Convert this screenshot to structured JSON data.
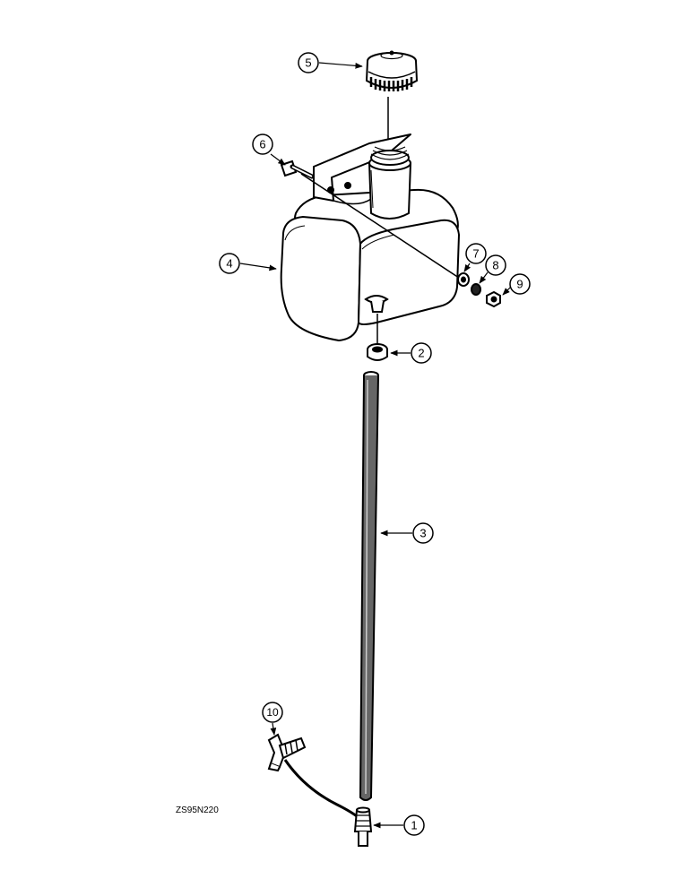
{
  "callouts": {
    "c1": "1",
    "c2": "2",
    "c3": "3",
    "c4": "4",
    "c5": "5",
    "c6": "6",
    "c7": "7",
    "c8": "8",
    "c9": "9",
    "c10": "10"
  },
  "drawing_code": "ZS95N220"
}
